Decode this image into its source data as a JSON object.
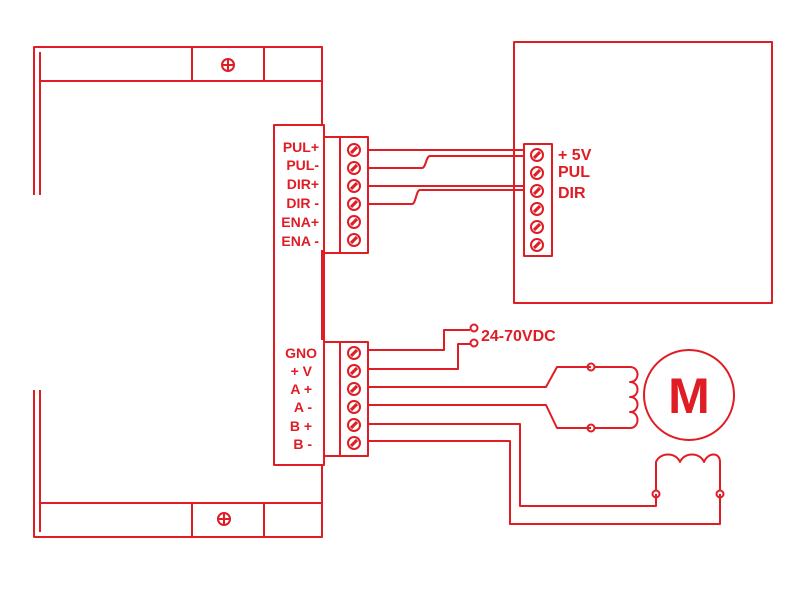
{
  "colors": {
    "line": "#e01c24",
    "background": "#ffffff"
  },
  "driver": {
    "control_terminal_labels": [
      "PUL+",
      "PUL-",
      "DIR+",
      "DIR -",
      "ENA+",
      "ENA -"
    ],
    "power_terminal_labels": [
      "GNO",
      "+ V",
      "A +",
      "A -",
      "B +",
      "B -"
    ],
    "mount_screw_icon": "crosshair-screw-icon"
  },
  "controller": {
    "signal_labels": [
      "+ 5V",
      "PUL",
      "DIR"
    ],
    "terminal_count": 6
  },
  "power_supply": {
    "label": "24-70VDC"
  },
  "motor": {
    "label": "M"
  }
}
